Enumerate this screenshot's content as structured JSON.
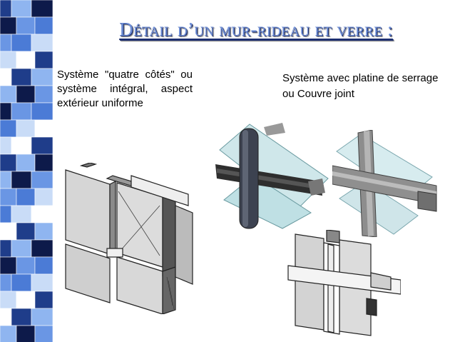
{
  "slide": {
    "title": "Détail d’un mur-rideau et verre :",
    "left_caption": "Système \"quatre côtés\" ou système intégral, aspect extérieur uniforme",
    "right_caption": "Système avec platine de serrage ou Couvre joint"
  },
  "decoration": {
    "strip_colors": [
      "#1f3d8a",
      "#4b7bd6",
      "#8fb5f0",
      "#c9dcf7",
      "#0d1a4a",
      "#ffffff",
      "#6a96e4"
    ]
  },
  "figures": [
    {
      "id": "figure-panel-facade",
      "icon": "curtain-wall-panel-illustration"
    },
    {
      "id": "figure-glass-mullion",
      "icon": "glass-mullion-illustration"
    },
    {
      "id": "figure-aluminium-profile",
      "icon": "aluminium-profile-illustration"
    },
    {
      "id": "figure-pressure-plate",
      "icon": "pressure-plate-illustration"
    }
  ]
}
